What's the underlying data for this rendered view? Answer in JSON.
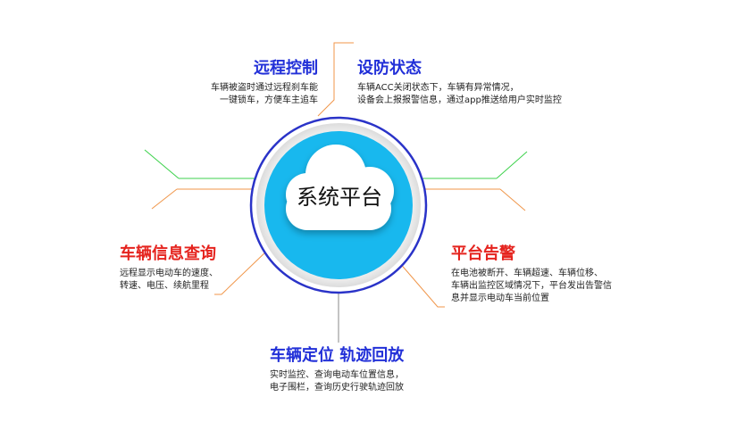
{
  "colors": {
    "ring": "#2a33c8",
    "circle_fill": "#18b8ee",
    "cloud": "#ffffff",
    "orange_line": "#f0964a",
    "green_line": "#3dd24c",
    "gray_line": "#8a8a8a",
    "blue_title": "#2230d8",
    "red_title": "#e5231e"
  },
  "center": {
    "label": "系统平台",
    "icon": "cloud-icon"
  },
  "features": {
    "remote_control": {
      "title": "远程控制",
      "desc_line1": "车辆被盗时通过远程刹车能",
      "desc_line2": "一键锁车，方便车主追车"
    },
    "defense_status": {
      "title": "设防状态",
      "desc_line1": "车辆ACC关闭状态下，车辆有异常情况，",
      "desc_line2": "设备会上报报警信息，通过app推送给用户实时监控"
    },
    "vehicle_info": {
      "title": "车辆信息查询",
      "desc_line1": "远程显示电动车的速度、",
      "desc_line2": "转速、电压、续航里程"
    },
    "platform_alarm": {
      "title": "平台告警",
      "desc_line1": "在电池被断开、车辆超速、车辆位移、",
      "desc_line2": "车辆出监控区域情况下，平台发出告警信",
      "desc_line3": "息并显示电动车当前位置"
    },
    "positioning": {
      "title": "车辆定位 轨迹回放",
      "desc_line1": "实时监控、查询电动车位置信息，",
      "desc_line2": "电子围栏，查询历史行驶轨迹回放"
    }
  }
}
